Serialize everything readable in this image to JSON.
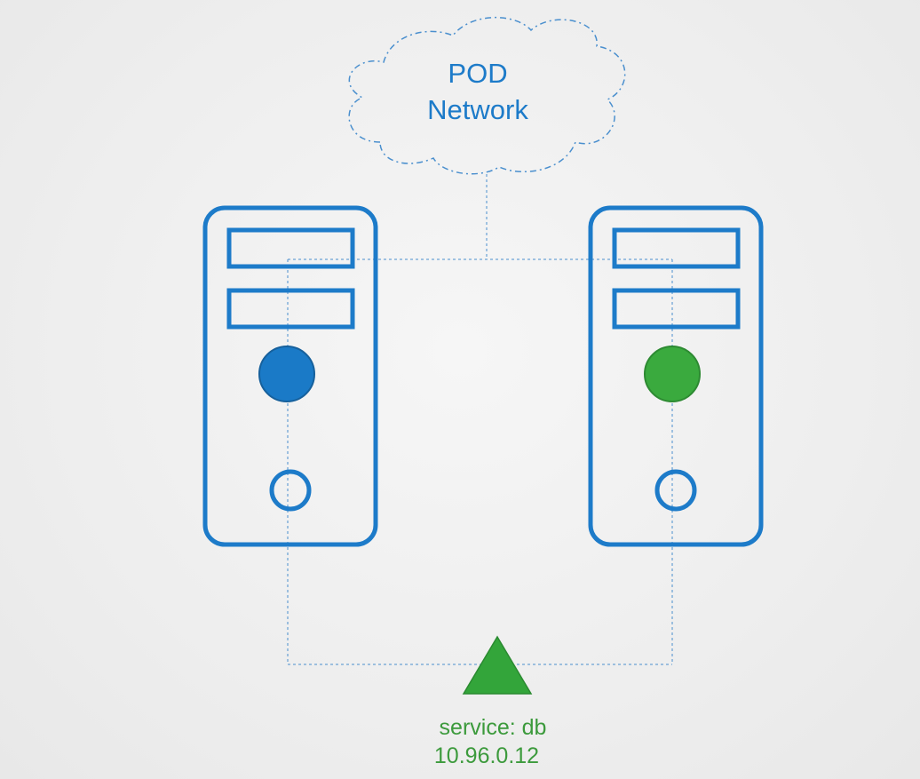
{
  "network": {
    "label_line1": "POD",
    "label_line2": "Network"
  },
  "service": {
    "name_label": "service: db",
    "ip_label": "10.96.0.12"
  },
  "nodes": [
    {
      "pod_color": "#1a7ac7"
    },
    {
      "pod_color": "#3aaa3e"
    }
  ],
  "colors": {
    "node_outline": "#1d7bc9",
    "network_text": "#1d7bc9",
    "link_line": "#4a8fce",
    "service": "#33a53a",
    "service_text": "#3c9a3c"
  }
}
